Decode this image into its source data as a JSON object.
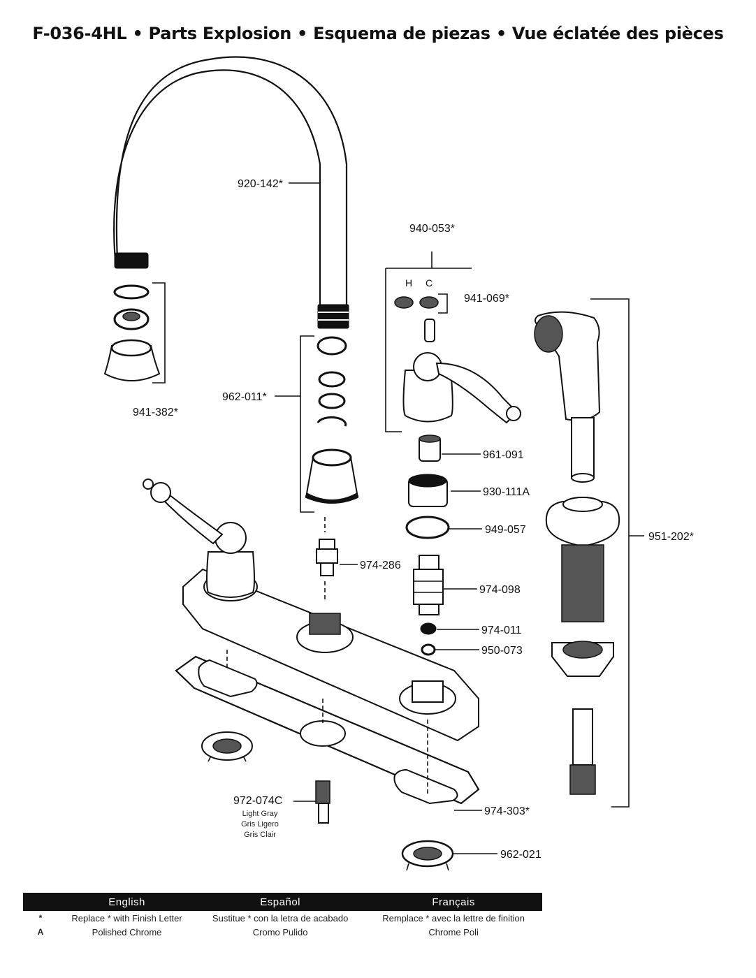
{
  "title": "F-036-4HL • Parts Explosion • Esquema de piezas • Vue éclatée des pièces",
  "parts": {
    "spout": "920-142*",
    "aerator": "941-382*",
    "spout_seals": "962-011*",
    "handle_assembly": "940-053*",
    "index_buttons": "941-069*",
    "index_hot": "H",
    "index_cold": "C",
    "bonnet_nut": "961-091",
    "bonnet": "930-111A",
    "o_ring": "949-057",
    "diverter": "974-286",
    "cartridge": "974-098",
    "seat": "974-011",
    "spring": "950-073",
    "spray_assembly": "951-202*",
    "deck_gasket": "974-303*",
    "locknut": "962-021",
    "hose_adapter": "972-074C",
    "hose_adapter_color_en": "Light Gray",
    "hose_adapter_color_es": "Gris Ligero",
    "hose_adapter_color_fr": "Gris Clair"
  },
  "legend": {
    "headers": [
      "English",
      "Español",
      "Français"
    ],
    "rows": [
      {
        "key": "*",
        "en": "Replace * with Finish Letter",
        "es": "Sustitue * con la letra de acabado",
        "fr": "Remplace * avec la lettre de finition"
      },
      {
        "key": "A",
        "en": "Polished Chrome",
        "es": "Cromo Pulido",
        "fr": "Chrome Poli"
      }
    ]
  }
}
